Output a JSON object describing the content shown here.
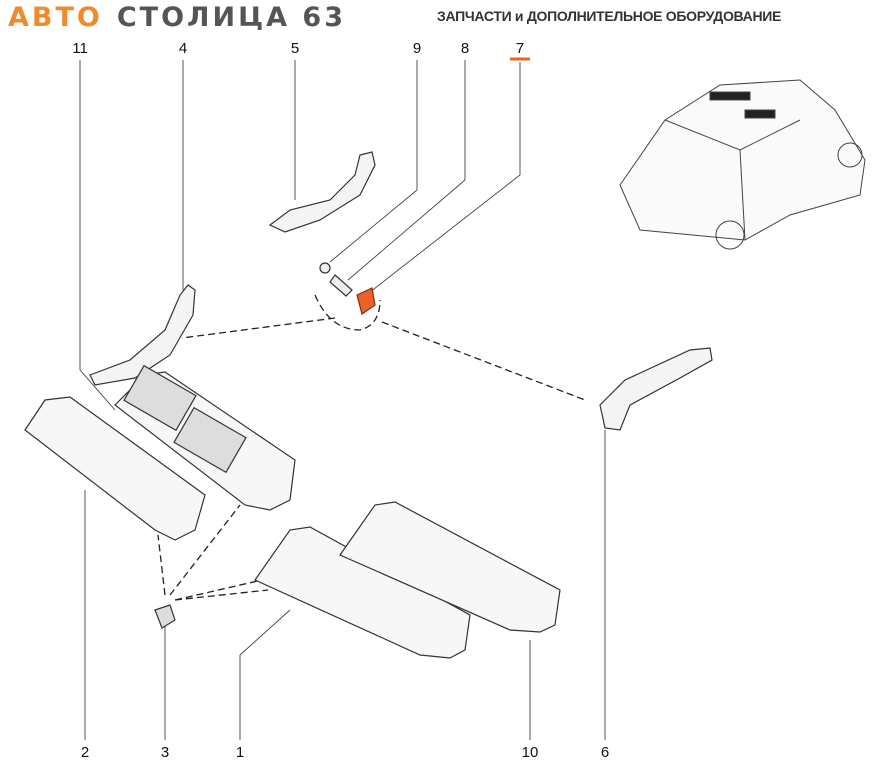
{
  "header": {
    "brand_part1": "АВТО",
    "brand_part2": "СТОЛИЦА 63",
    "tagline": "ЗАПЧАСТИ и ДОПОЛНИТЕЛЬНОЕ ОБОРУДОВАНИЕ"
  },
  "callouts_top": [
    "11",
    "4",
    "5",
    "9",
    "8",
    "7"
  ],
  "callouts_bottom": [
    "2",
    "3",
    "1",
    "10",
    "6"
  ],
  "colors": {
    "brand_orange": "#f08a2c",
    "highlight_part": "#e8622a"
  }
}
